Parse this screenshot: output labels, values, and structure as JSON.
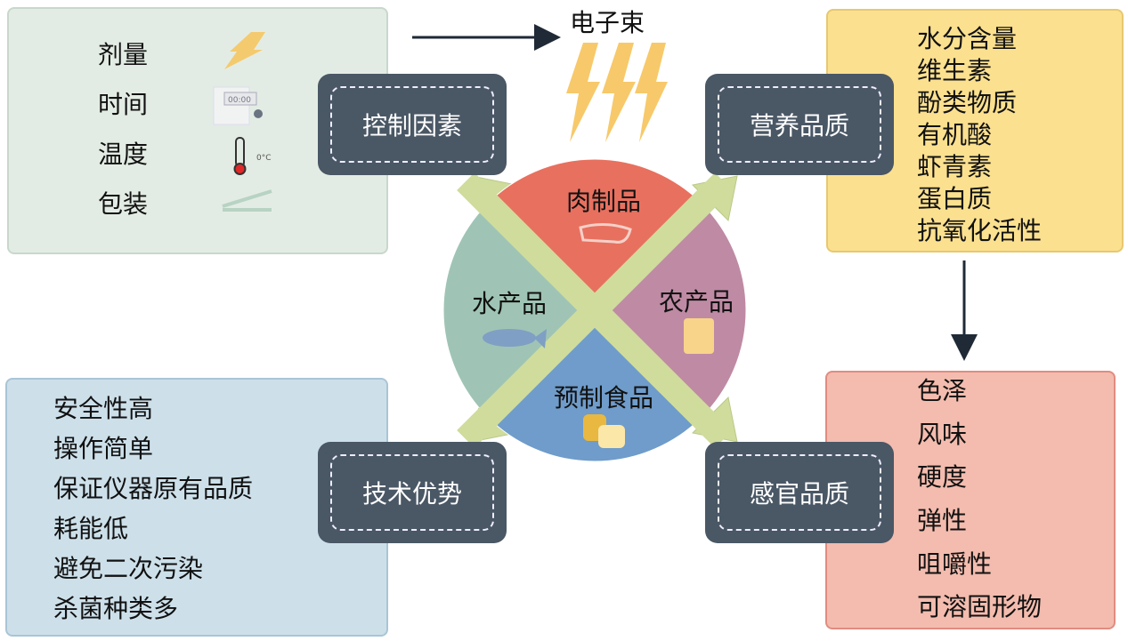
{
  "title": "电子束",
  "control": {
    "label": "控制因素",
    "items": [
      "剂量",
      "时间",
      "温度",
      "包装"
    ],
    "timer_text": "00:00",
    "temp_text": "0°C"
  },
  "nutrition": {
    "label": "营养品质",
    "items": [
      "水分含量",
      "维生素",
      "酚类物质",
      "有机酸",
      "虾青素",
      "蛋白质",
      "抗氧化活性"
    ]
  },
  "advantages": {
    "label": "技术优势",
    "items": [
      "安全性高",
      "操作简单",
      "保证仪器原有品质",
      "耗能低",
      "避免二次污染",
      "杀菌种类多"
    ]
  },
  "sensory": {
    "label": "感官品质",
    "items": [
      "色泽",
      "风味",
      "硬度",
      "弹性",
      "咀嚼性",
      "可溶固形物"
    ]
  },
  "sectors": {
    "meat": "肉制品",
    "agri": "农产品",
    "prepared": "预制食品",
    "aquatic": "水产品"
  },
  "colors": {
    "meat": "#e8705f",
    "agri": "#bf8aa4",
    "prepared": "#6f9cca",
    "aquatic": "#9fc4b5",
    "band": "#cfdc9c",
    "dark": "#4a5765"
  }
}
